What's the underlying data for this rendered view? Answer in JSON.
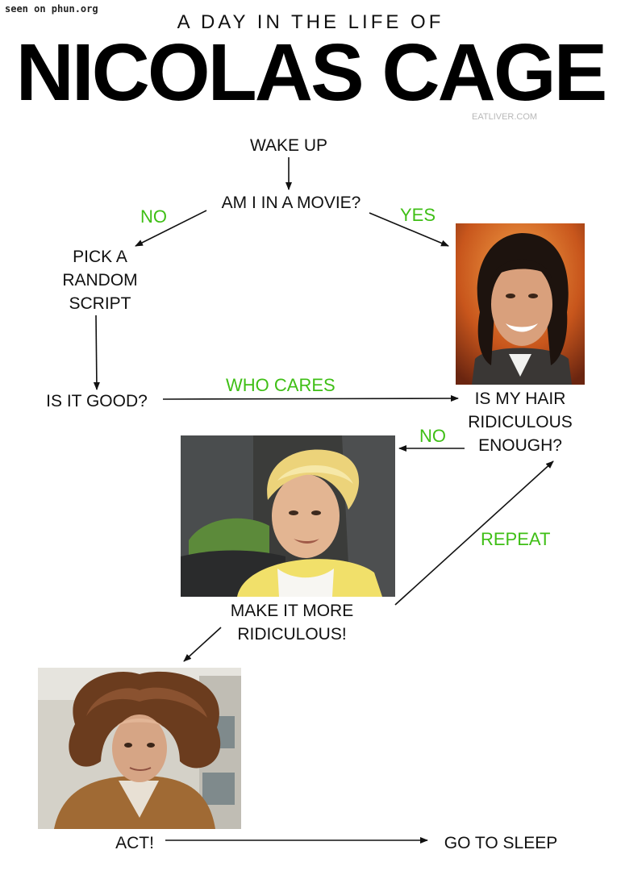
{
  "watermark": "seen on phun.org",
  "header": {
    "subtitle": "A DAY IN THE LIFE OF",
    "title": "NICOLAS CAGE",
    "credit": "EATLIVER.COM"
  },
  "nodes": {
    "wake_up": "WAKE UP",
    "am_i_in_a_movie": "AM I IN A MOVIE?",
    "pick_a_random_script": [
      "PICK A",
      "RANDOM",
      "SCRIPT"
    ],
    "is_it_good": "IS IT GOOD?",
    "is_my_hair_ridiculous_enough": [
      "IS MY HAIR",
      "RIDICULOUS",
      "ENOUGH?"
    ],
    "make_it_more_ridiculous": [
      "MAKE IT MORE",
      "RIDICULOUS!"
    ],
    "act": "ACT!",
    "go_to_sleep": "GO TO SLEEP"
  },
  "edge_labels": {
    "no_movie": "NO",
    "yes_movie": "YES",
    "who_cares": "WHO CARES",
    "no_hair": "NO",
    "repeat": "REPEAT"
  },
  "colors": {
    "edge_label": "#3fbf16",
    "text": "#111111",
    "arrow": "#111111"
  }
}
